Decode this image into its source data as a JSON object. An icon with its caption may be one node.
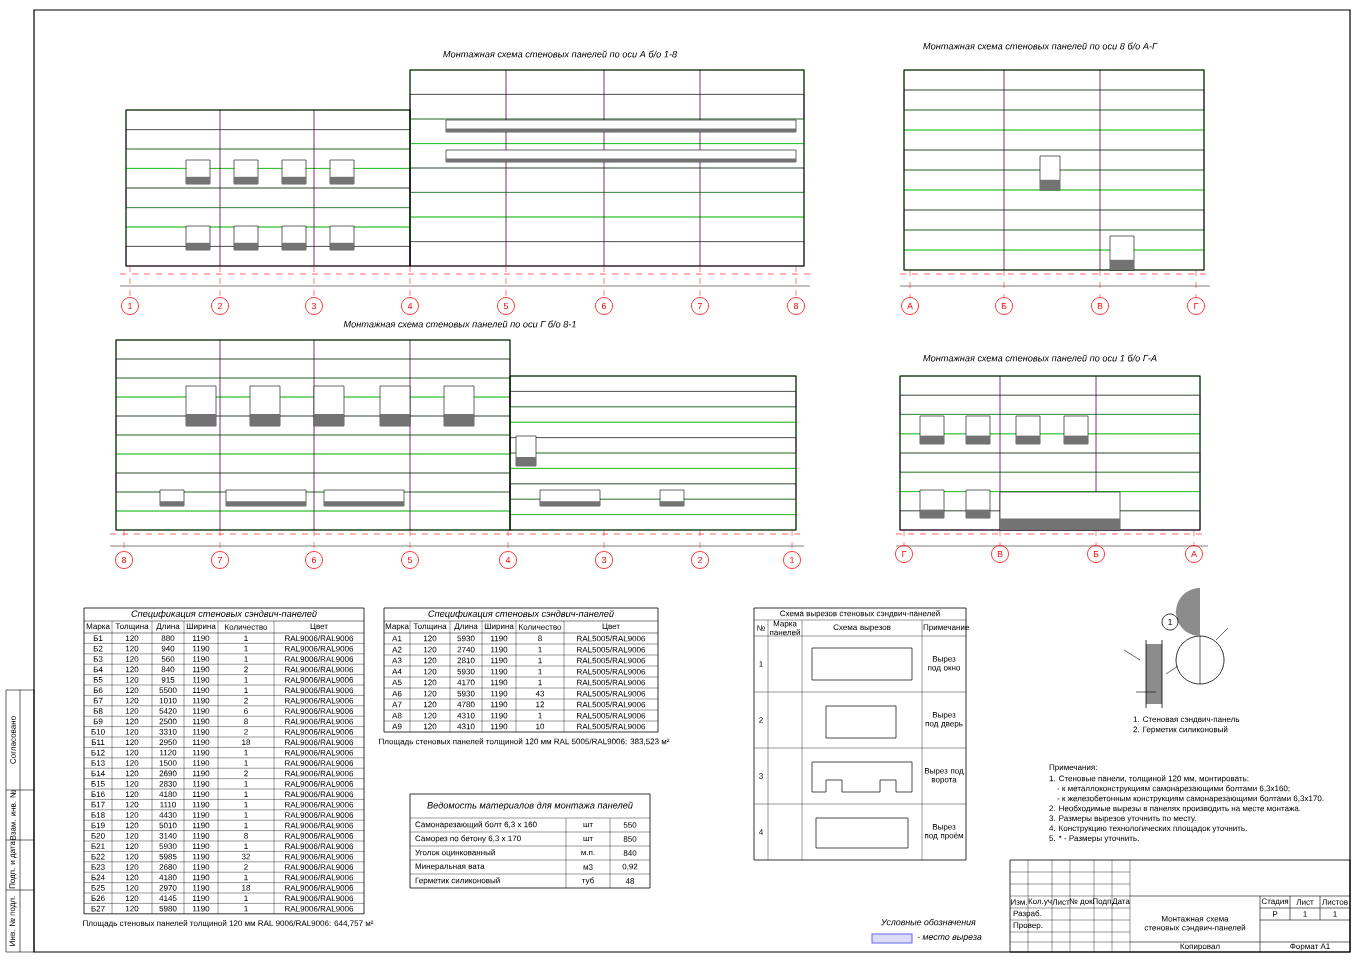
{
  "diagram": {
    "labels": [
      "Монтажная схема стеновых панелей по оси А б/о 1-8",
      "1",
      "2",
      "3",
      "4",
      "5",
      "6",
      "7",
      "8",
      "Монтажная схема стеновых панелей по оси 8 б/о А-Г",
      "А",
      "Б",
      "В",
      "Г",
      "Монтажная схема стеновых панелей по оси Г б/о 8-1",
      "8",
      "7",
      "6",
      "5",
      "4",
      "3",
      "2",
      "1",
      "Монтажная схема стеновых панелей по оси 1 б/о Г-А",
      "Г",
      "В",
      "Б",
      "А",
      "Спецификация стеновых сэндвич-панелей",
      "Марка",
      "Толщина",
      "Длина",
      "Ширина",
      "Количество",
      "Цвет",
      "Б1",
      "120",
      "880",
      "1190",
      "1",
      "RAL9006/RAL9006",
      "Б2",
      "120",
      "940",
      "1190",
      "1",
      "RAL9006/RAL9006",
      "Б3",
      "120",
      "560",
      "1190",
      "1",
      "RAL9006/RAL9006",
      "Б4",
      "120",
      "840",
      "1190",
      "2",
      "RAL9006/RAL9006",
      "Б5",
      "120",
      "915",
      "1190",
      "1",
      "RAL9006/RAL9006",
      "Б6",
      "120",
      "5500",
      "1190",
      "1",
      "RAL9006/RAL9006",
      "Б7",
      "120",
      "1010",
      "1190",
      "2",
      "RAL9006/RAL9006",
      "Б8",
      "120",
      "5420",
      "1190",
      "6",
      "RAL9006/RAL9006",
      "Б9",
      "120",
      "2500",
      "1190",
      "8",
      "RAL9006/RAL9006",
      "Б10",
      "120",
      "3310",
      "1190",
      "2",
      "RAL9006/RAL9006",
      "Б11",
      "120",
      "2950",
      "1190",
      "18",
      "RAL9006/RAL9006",
      "Б12",
      "120",
      "1120",
      "1190",
      "1",
      "RAL9006/RAL9006",
      "Б13",
      "120",
      "1500",
      "1190",
      "1",
      "RAL9006/RAL9006",
      "Б14",
      "120",
      "2690",
      "1190",
      "2",
      "RAL9006/RAL9006",
      "Б15",
      "120",
      "2830",
      "1190",
      "1",
      "RAL9006/RAL9006",
      "Б16",
      "120",
      "4180",
      "1190",
      "1",
      "RAL9006/RAL9006",
      "Б17",
      "120",
      "1110",
      "1190",
      "1",
      "RAL9006/RAL9006",
      "Б18",
      "120",
      "4430",
      "1190",
      "1",
      "RAL9006/RAL9006",
      "Б19",
      "120",
      "5010",
      "1190",
      "1",
      "RAL9006/RAL9006",
      "Б20",
      "120",
      "3140",
      "1190",
      "8",
      "RAL9006/RAL9006",
      "Б21",
      "120",
      "5930",
      "1190",
      "1",
      "RAL9006/RAL9006",
      "Б22",
      "120",
      "5985",
      "1190",
      "32",
      "RAL9006/RAL9006",
      "Б23",
      "120",
      "2680",
      "1190",
      "2",
      "RAL9006/RAL9006",
      "Б24",
      "120",
      "4180",
      "1190",
      "1",
      "RAL9006/RAL9006",
      "Б25",
      "120",
      "2970",
      "1190",
      "18",
      "RAL9006/RAL9006",
      "Б26",
      "120",
      "4145",
      "1190",
      "1",
      "RAL9006/RAL9006",
      "Б27",
      "120",
      "5980",
      "1190",
      "1",
      "RAL9006/RAL9006",
      "Площадь стеновых панелей толщиной 120 мм RAL 9006/RAL9006: 644,757 м²",
      "Спецификация стеновых сэндвич-панелей",
      "Марка",
      "Толщина",
      "Длина",
      "Ширина",
      "Количество",
      "Цвет",
      "А1",
      "120",
      "5930",
      "1190",
      "8",
      "RAL5005/RAL9006",
      "А2",
      "120",
      "2740",
      "1190",
      "1",
      "RAL5005/RAL9006",
      "А3",
      "120",
      "2810",
      "1190",
      "1",
      "RAL5005/RAL9006",
      "А4",
      "120",
      "5930",
      "1190",
      "1",
      "RAL5005/RAL9006",
      "А5",
      "120",
      "4170",
      "1190",
      "1",
      "RAL5005/RAL9006",
      "А6",
      "120",
      "5930",
      "1190",
      "43",
      "RAL5005/RAL9006",
      "А7",
      "120",
      "4780",
      "1190",
      "12",
      "RAL5005/RAL9006",
      "А8",
      "120",
      "4310",
      "1190",
      "1",
      "RAL5005/RAL9006",
      "А9",
      "120",
      "4310",
      "1190",
      "10",
      "RAL5005/RAL9006",
      "Площадь стеновых панелей толщиной 120 мм RAL 5005/RAL9006: 383,523 м²",
      "Ведомость материалов для монтажа панелей",
      "Самонарезающий болт 6,3 х 160",
      "шт",
      "550",
      "Саморез по бетону 6,3 х 170",
      "шт",
      "850",
      "Уголок оцинкованный",
      "м.п.",
      "840",
      "Минеральная вата",
      "м3",
      "0,92",
      "Герметик силиконовый",
      "туб",
      "48",
      "Схема вырезов стеновых сэндвич-панелей",
      "№",
      "Марка панелей",
      "Схема вырезов",
      "Примечание",
      "1",
      "Вырез под окно",
      "2",
      "Вырез под дверь",
      "3",
      "Вырез под ворота",
      "4",
      "Вырез под проём",
      "1",
      "1. Стеновая сэндвич-панель",
      "2. Герметик силиконовый",
      "Примечания:",
      "1. Стеновые панели, толщиной 120 мм, монтировать:",
      "- к металлоконструкциям самонарезающими болтами 6,3х160;",
      "- к железобетонным конструкциям самонарезающими болтами 6,3х170.",
      "2. Необходимые вырезы в панелях производить на месте монтажа.",
      "3. Размеры вырезов уточнить по месту.",
      "4. Конструкцию технологических площадок уточнить.",
      "5. * - Размеры уточнить.",
      "Условные обозначения",
      "Изм.",
      "Кол.уч",
      "Лист",
      "№ док.",
      "Подп.",
      "Дата",
      "Разраб.",
      "Провер.",
      "Монтажная схема стеновых сэндвич-панелей",
      "Стадия",
      "Лист",
      "Листов",
      "Р",
      "1",
      "1",
      "Копировал",
      "Формат А1",
      "Согласовано",
      "Взам. инв. №",
      "Подп. и дата",
      "Инв. № подл."
    ],
    "legend": [
      {
        "text": "- место выреза",
        "color": "#dcdcf4"
      }
    ]
  }
}
